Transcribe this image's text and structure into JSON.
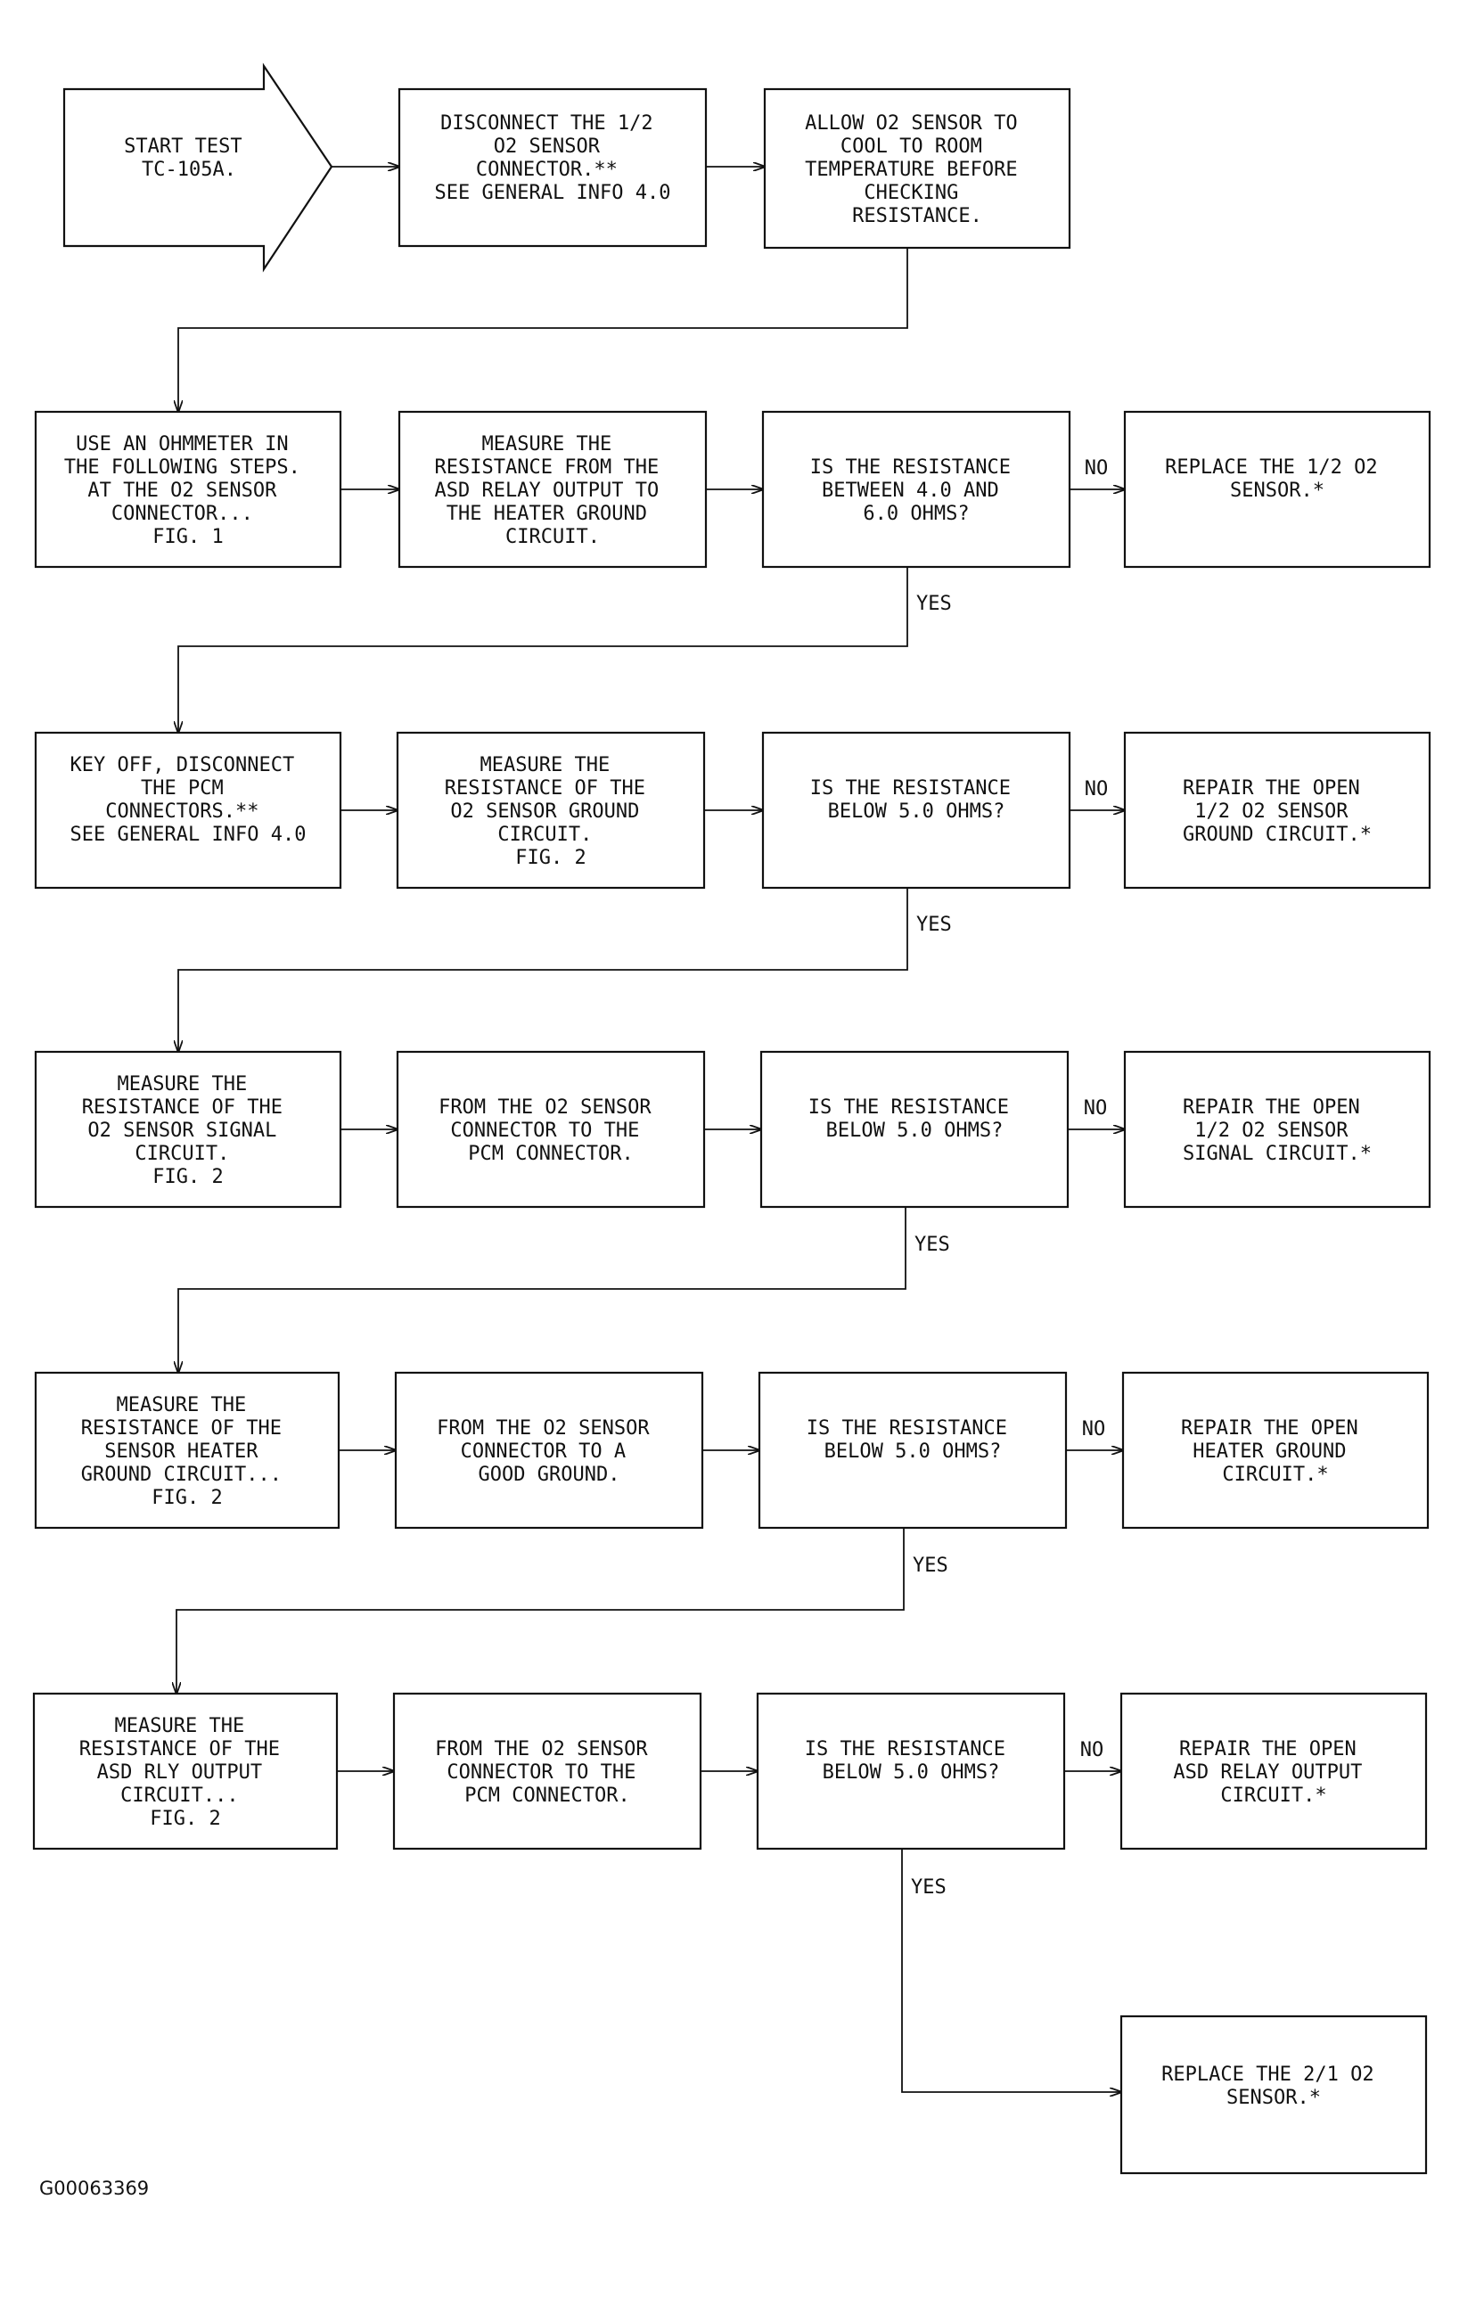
{
  "start": [
    "START TEST",
    "TC-105A."
  ],
  "b1": [
    "DISCONNECT THE 1/2",
    "O2 SENSOR",
    "CONNECTOR.**",
    "",
    "SEE GENERAL INFO 4.0"
  ],
  "b2": [
    "ALLOW O2 SENSOR TO",
    "COOL TO ROOM",
    "TEMPERATURE BEFORE",
    "CHECKING",
    "RESISTANCE."
  ],
  "r1": {
    "a": [
      "USE AN OHMMETER IN",
      "THE FOLLOWING STEPS.",
      "AT THE O2 SENSOR",
      "CONNECTOR...",
      "FIG. 1"
    ],
    "b": [
      "MEASURE THE",
      "RESISTANCE FROM THE",
      "ASD RELAY OUTPUT TO",
      "THE HEATER GROUND",
      "CIRCUIT."
    ],
    "q": [
      "IS THE RESISTANCE",
      "BETWEEN 4.0 AND",
      "6.0 OHMS?"
    ],
    "fix": [
      "REPLACE THE 1/2 O2",
      "SENSOR.*"
    ]
  },
  "r2": {
    "a": [
      "KEY OFF, DISCONNECT",
      "THE PCM",
      "CONNECTORS.**",
      "",
      "SEE GENERAL INFO 4.0"
    ],
    "b": [
      "MEASURE THE",
      "RESISTANCE OF THE",
      "O2 SENSOR GROUND",
      "CIRCUIT.",
      "FIG. 2"
    ],
    "q": [
      "IS THE RESISTANCE",
      "BELOW 5.0 OHMS?"
    ],
    "fix": [
      "REPAIR THE OPEN",
      "1/2 O2 SENSOR",
      "GROUND CIRCUIT.*"
    ]
  },
  "r3": {
    "a": [
      "MEASURE THE",
      "RESISTANCE OF THE",
      "O2 SENSOR SIGNAL",
      "CIRCUIT.",
      "FIG. 2"
    ],
    "b": [
      "FROM THE O2 SENSOR",
      "CONNECTOR TO THE",
      "PCM CONNECTOR."
    ],
    "q": [
      "IS THE RESISTANCE",
      "BELOW 5.0 OHMS?"
    ],
    "fix": [
      "REPAIR THE OPEN",
      "1/2 O2 SENSOR",
      "SIGNAL CIRCUIT.*"
    ]
  },
  "r4": {
    "a": [
      "MEASURE THE",
      "RESISTANCE OF THE",
      "SENSOR HEATER",
      "GROUND CIRCUIT...",
      "FIG. 2"
    ],
    "b": [
      "FROM THE O2 SENSOR",
      "CONNECTOR TO A",
      "GOOD GROUND."
    ],
    "q": [
      "IS THE RESISTANCE",
      "BELOW 5.0 OHMS?"
    ],
    "fix": [
      "REPAIR THE OPEN",
      "HEATER GROUND",
      "CIRCUIT.*"
    ]
  },
  "r5": {
    "a": [
      "MEASURE THE",
      "RESISTANCE OF THE",
      "ASD RLY OUTPUT",
      "CIRCUIT...",
      "FIG. 2"
    ],
    "b": [
      "FROM THE O2 SENSOR",
      "CONNECTOR TO THE",
      "PCM CONNECTOR."
    ],
    "q": [
      "IS THE RESISTANCE",
      "BELOW 5.0 OHMS?"
    ],
    "fix": [
      "REPAIR THE OPEN",
      "ASD RELAY OUTPUT",
      "CIRCUIT.*"
    ]
  },
  "final": [
    "REPLACE THE 2/1 O2",
    "SENSOR.*"
  ],
  "labels": {
    "yes": "YES",
    "no": "NO"
  },
  "figure_code": "G00063369"
}
